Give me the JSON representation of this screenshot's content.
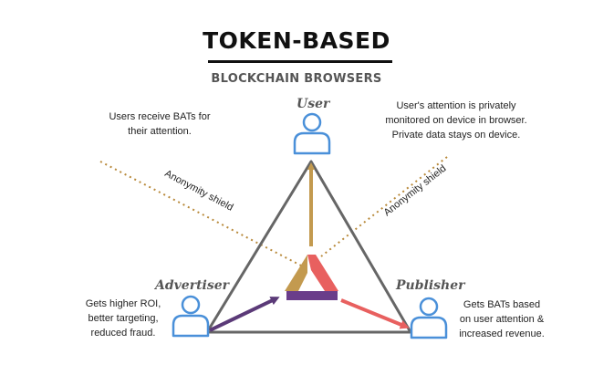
{
  "title": "TOKEN-BASED",
  "subtitle": "BLOCKCHAIN BROWSERS",
  "roles": {
    "user": "User",
    "advertiser": "Advertiser",
    "publisher": "Publisher"
  },
  "notes": {
    "user_left": [
      "Users receive BATs for",
      "their attention."
    ],
    "user_right": [
      "User's attention is privately",
      "monitored on device in browser.",
      "Private data stays on device."
    ],
    "advertiser": [
      "Gets higher ROI,",
      "better targeting,",
      "reduced fraud."
    ],
    "publisher": [
      "Gets BATs based",
      "on user attention &",
      "increased revenue."
    ]
  },
  "shields": {
    "left": "Anonymity shield",
    "right": "Anonymity shield"
  },
  "icons": {
    "user": "person-icon",
    "advertiser": "person-icon",
    "publisher": "person-icon",
    "center": "bat-logo-icon"
  },
  "colors": {
    "person": "#4a90d9",
    "triangle": "#666666",
    "shield_line": "#b8893a",
    "arrow_user": "#c39a4f",
    "arrow_advertiser": "#5b3a78",
    "arrow_publisher": "#e8605f",
    "logo_gold": "#c39a4f",
    "logo_red": "#e8605f",
    "logo_purple": "#6a3d8a"
  }
}
